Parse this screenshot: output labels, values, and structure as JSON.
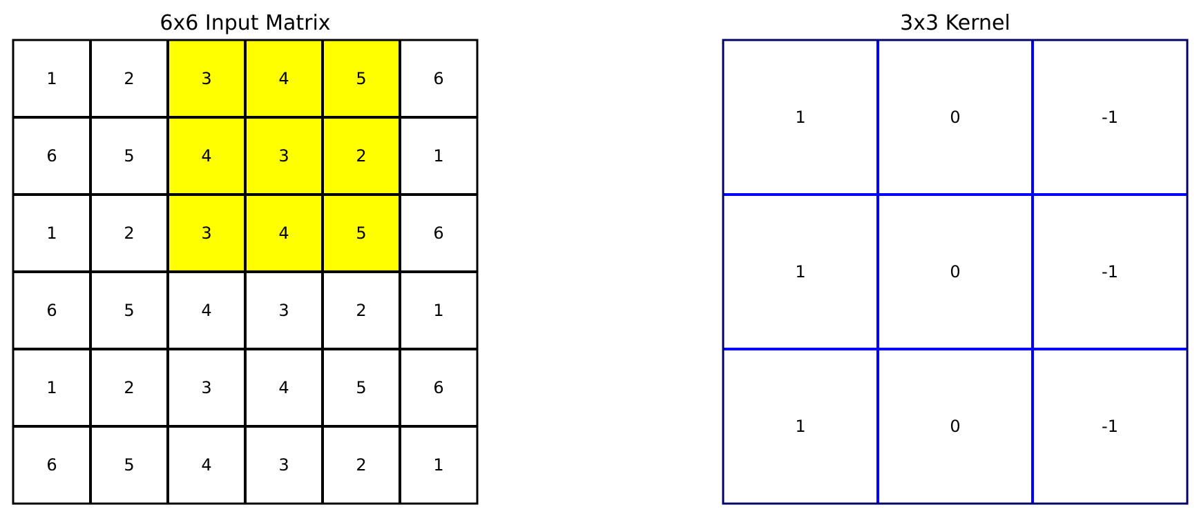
{
  "input_matrix": {
    "title": "6x6 Input Matrix",
    "rows": [
      [
        "1",
        "2",
        "3",
        "4",
        "5",
        "6"
      ],
      [
        "6",
        "5",
        "4",
        "3",
        "2",
        "1"
      ],
      [
        "1",
        "2",
        "3",
        "4",
        "5",
        "6"
      ],
      [
        "6",
        "5",
        "4",
        "3",
        "2",
        "1"
      ],
      [
        "1",
        "2",
        "3",
        "4",
        "5",
        "6"
      ],
      [
        "6",
        "5",
        "4",
        "3",
        "2",
        "1"
      ]
    ],
    "highlight": {
      "rows": [
        0,
        1,
        2
      ],
      "cols": [
        2,
        3,
        4
      ],
      "color": "#ffff00"
    },
    "grid_color": "#000000"
  },
  "kernel": {
    "title": "3x3 Kernel",
    "rows": [
      [
        "1",
        "0",
        "-1"
      ],
      [
        "1",
        "0",
        "-1"
      ],
      [
        "1",
        "0",
        "-1"
      ]
    ],
    "grid_color": "#0000ff",
    "border_color": "#000066"
  }
}
